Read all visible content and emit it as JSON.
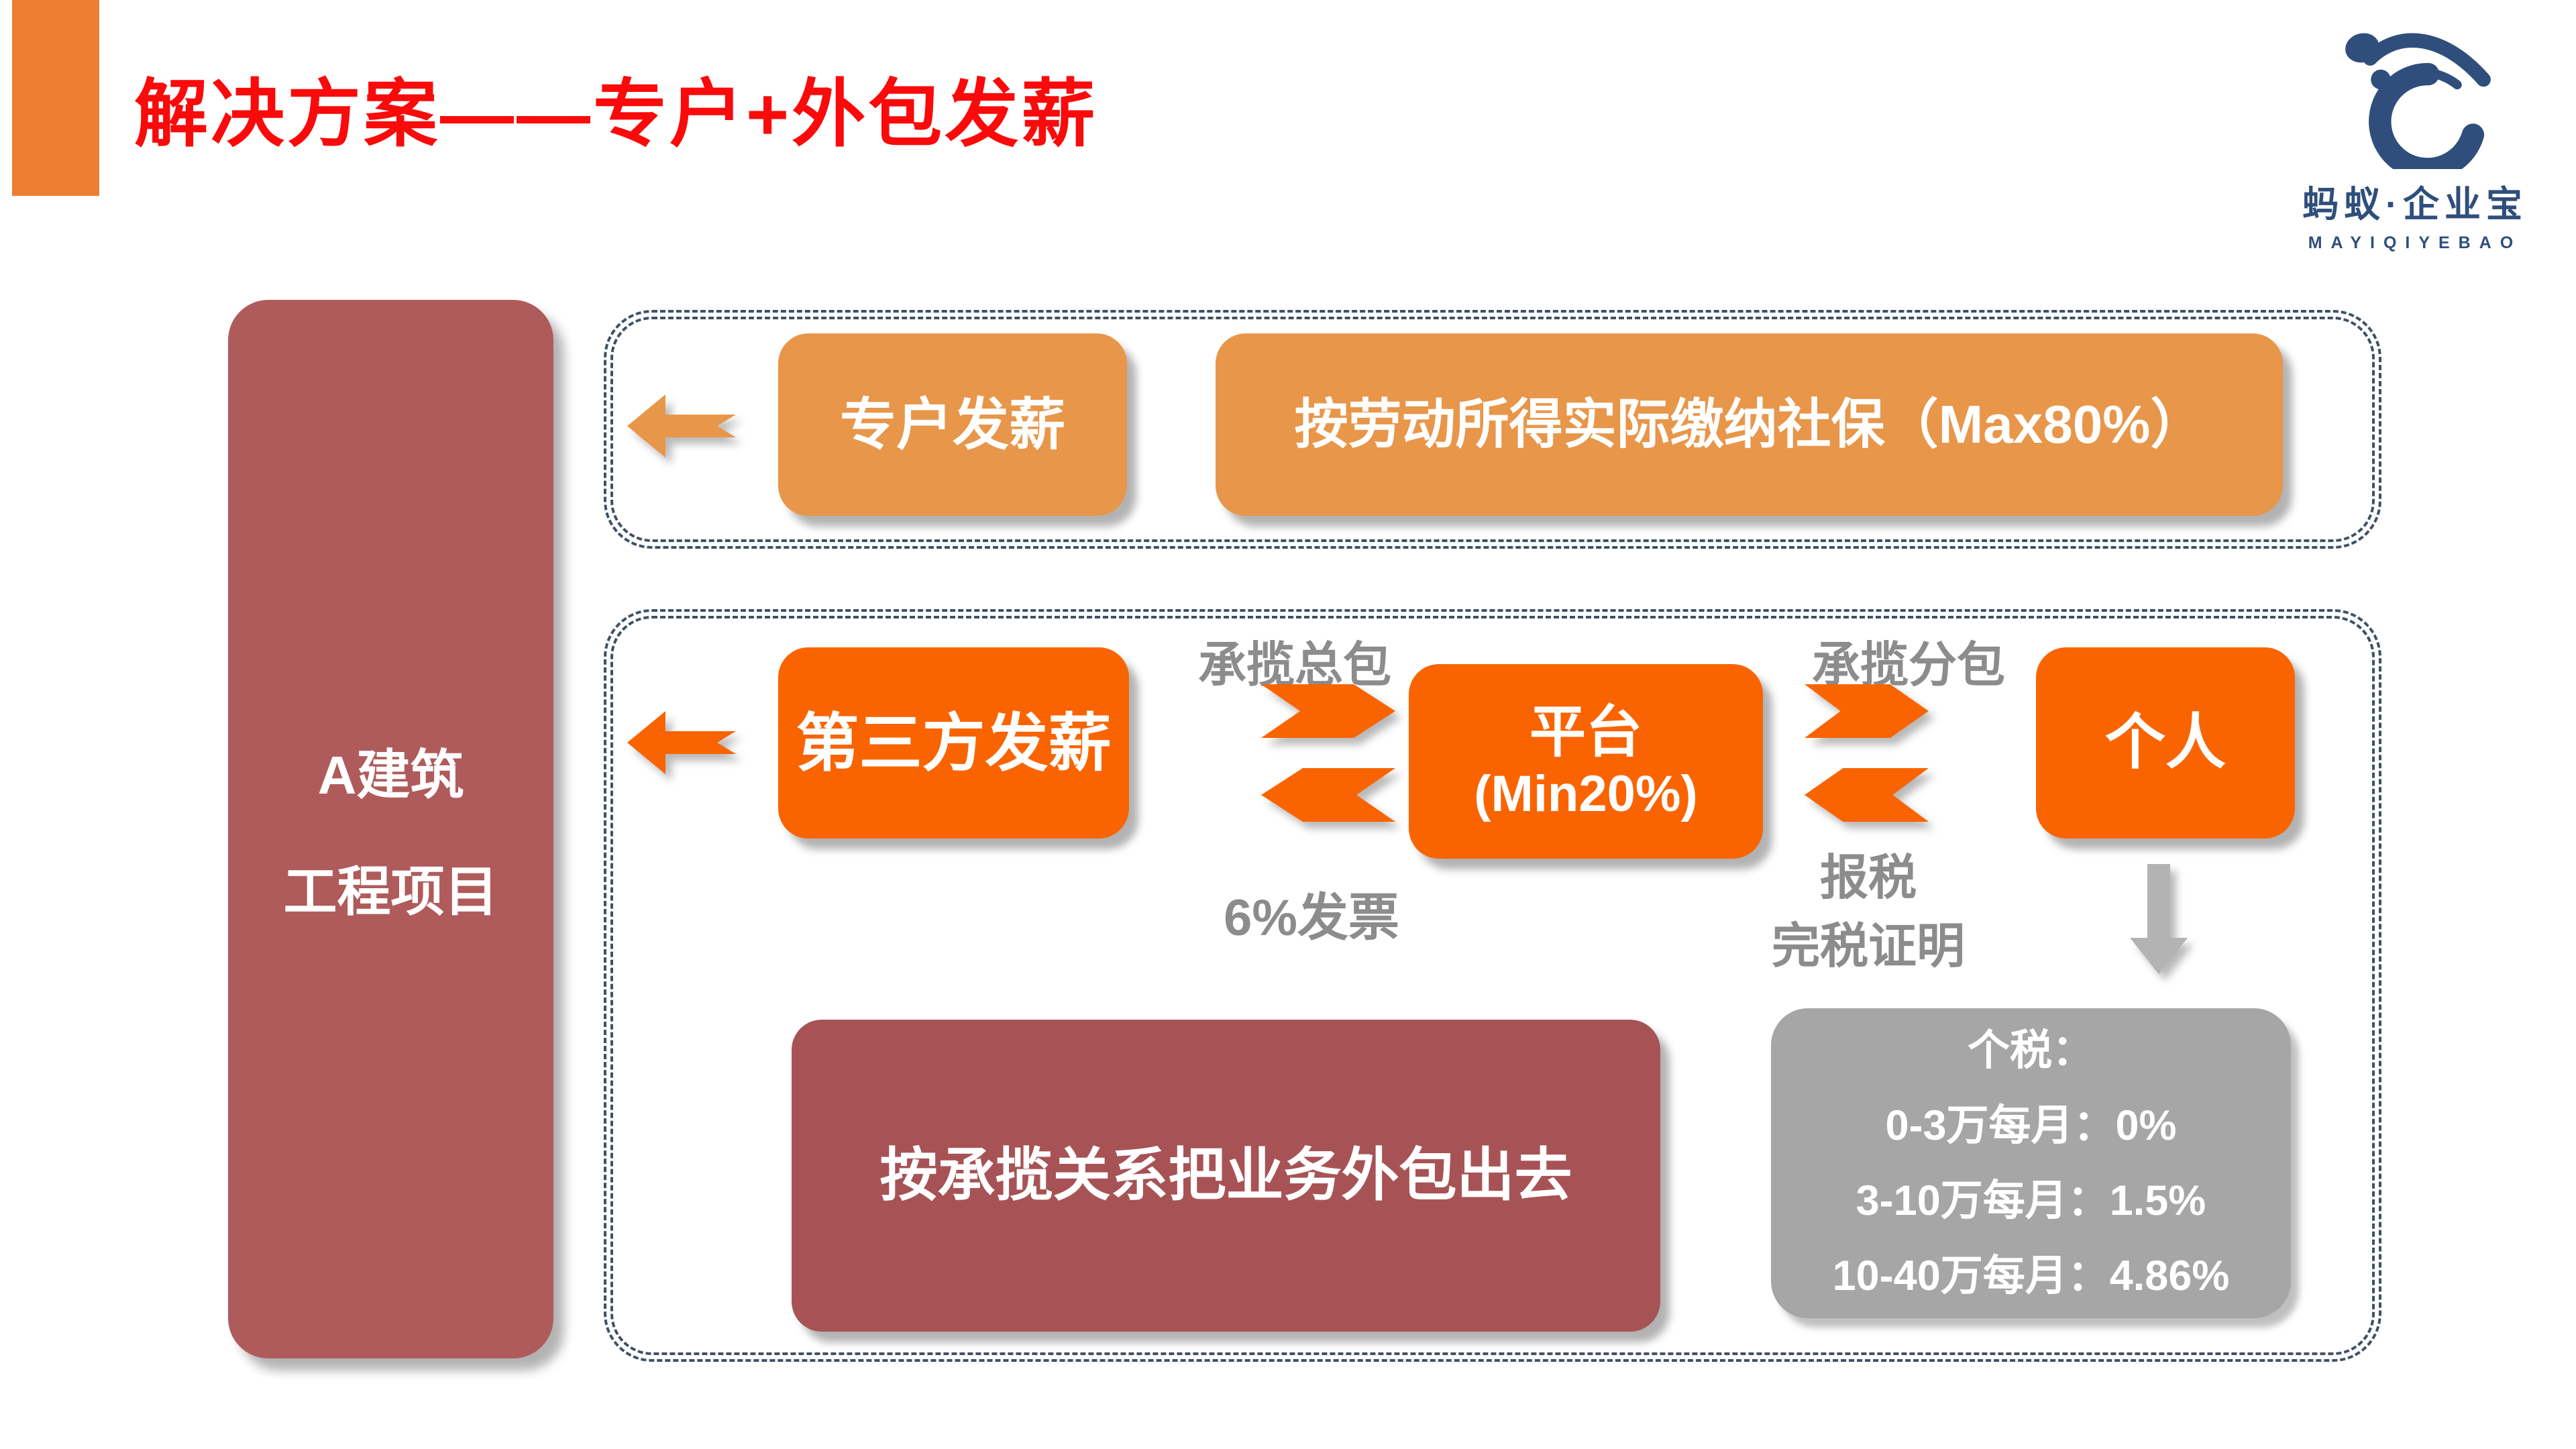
{
  "header": {
    "title": "解决方案——专户+外包发薪",
    "logo": {
      "cn": "蚂蚁·企业宝",
      "en": "MAYIQIYEBAO"
    }
  },
  "left_panel": {
    "line1": "A建筑",
    "line2": "工程项目"
  },
  "section_special": {
    "payroll_box": "专户发薪",
    "social_box": "按劳动所得实际缴纳社保（Max80%）"
  },
  "section_outsource": {
    "third_party_box": "第三方发薪",
    "contract_total_label": "承揽总包",
    "platform_line1": "平台",
    "platform_line2": "(Min20%)",
    "contract_sub_label": "承揽分包",
    "individual_box": "个人",
    "invoice_label": "6%发票",
    "tax_report_line1": "报税",
    "tax_report_line2": "完税证明",
    "outsource_box": "按承揽关系把业务外包出去",
    "tax_rates": {
      "title": "个税：",
      "r1": "0-3万每月：0%",
      "r2": "3-10万每月：1.5%",
      "r3": "10-40万每月：4.86%"
    }
  },
  "colors": {
    "title_red": "#FA0A0A",
    "accent_orange": "#ED7D31",
    "orange_light": "#E8964A",
    "orange_vivid": "#FA6400",
    "maroon": "#B05B5B",
    "maroon_dark": "#A75356",
    "gray_box": "#A6A6A6",
    "gray_text": "#8C8C8C",
    "gray_arrow": "#B3B3B3",
    "frame_blue": "#3D5166",
    "navy": "#2F4E7C"
  }
}
